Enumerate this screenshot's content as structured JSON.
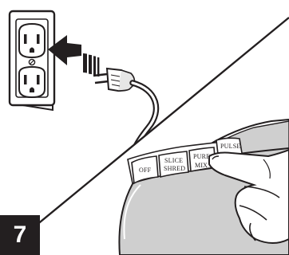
{
  "step": {
    "number": "7"
  },
  "control_panel": {
    "buttons": [
      {
        "line1": "OFF",
        "line2": ""
      },
      {
        "line1": "SLICE",
        "line2": "SHRED"
      },
      {
        "line1": "PUREE",
        "line2": "MIX"
      },
      {
        "line1": "PULSE",
        "line2": ""
      }
    ]
  },
  "colors": {
    "ink": "#231f20",
    "shade": "#cfcfcf",
    "paper": "#ffffff"
  }
}
